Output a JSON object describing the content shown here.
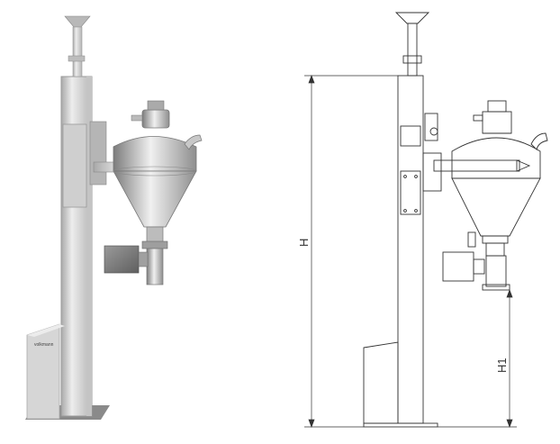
{
  "diagram": {
    "dimensions": [
      {
        "id": "H",
        "label": "H"
      },
      {
        "id": "H1",
        "label": "H1"
      }
    ],
    "cabinet_brand": "volkmann"
  },
  "colors": {
    "background": "#ffffff",
    "steel_light": "#e4e4e4",
    "steel_mid": "#bdbdbd",
    "steel_dark": "#8a8a8a",
    "line": "#333333"
  }
}
